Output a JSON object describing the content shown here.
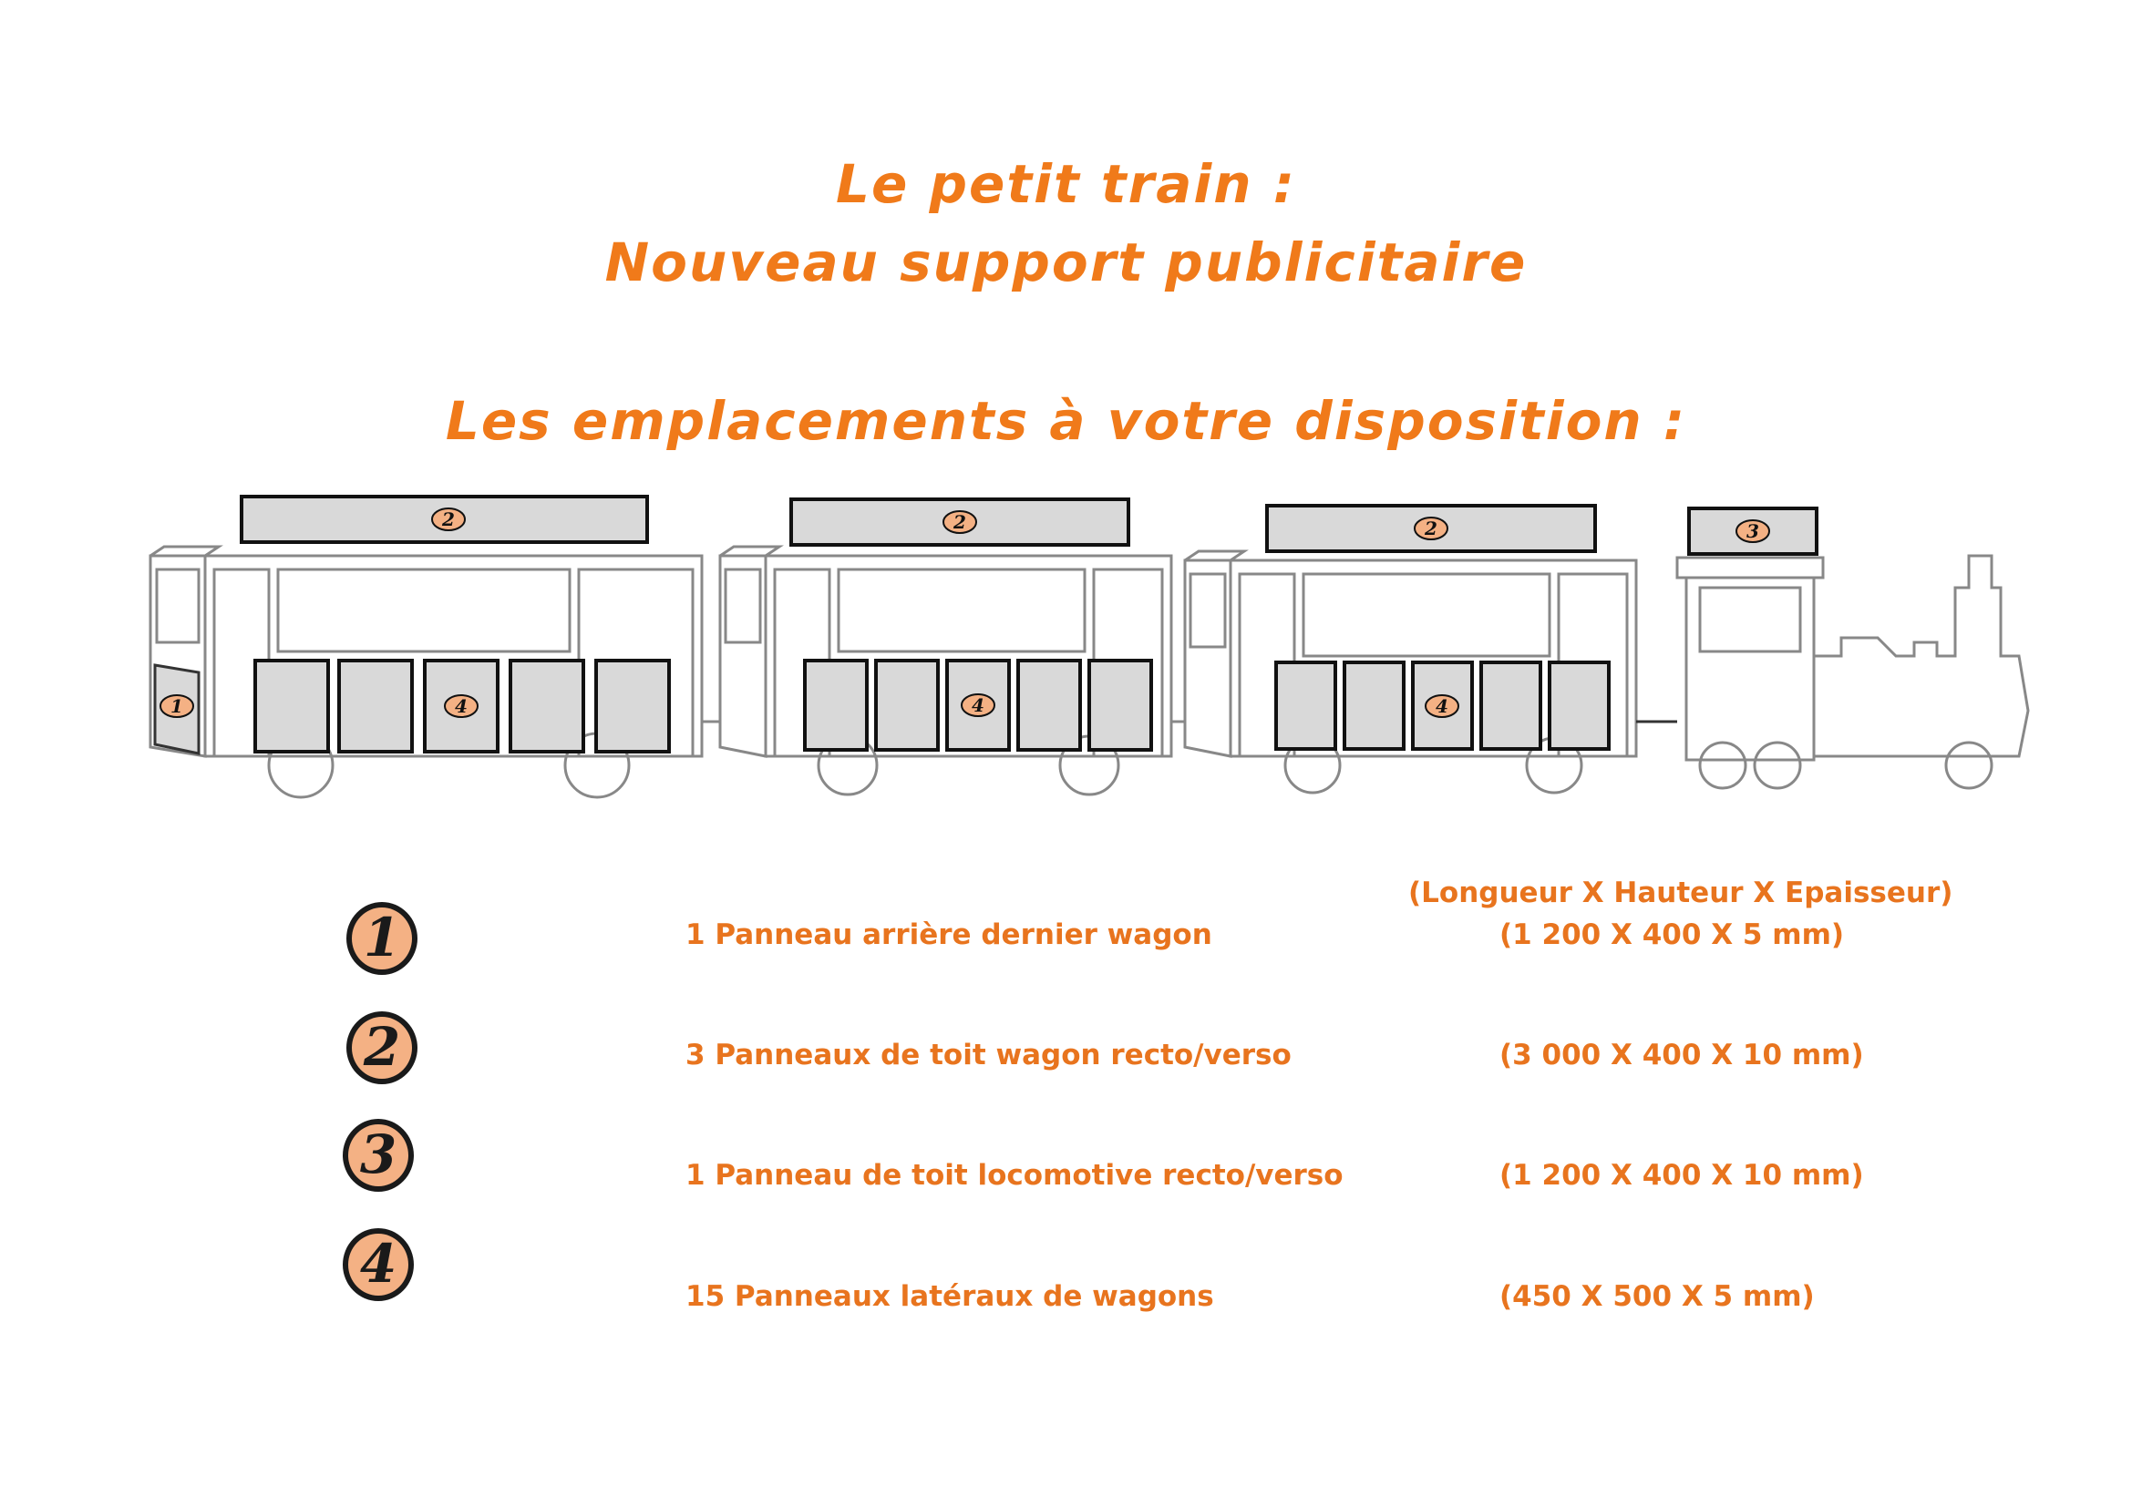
{
  "title": {
    "line1": "Le petit train :",
    "line2": "Nouveau support publicitaire",
    "line3": "Les emplacements à votre disposition :"
  },
  "dims_header": "(Longueur X Hauteur X Epaisseur)",
  "diagram_markers": {
    "rear": "1",
    "roof": "2",
    "loco": "3",
    "side": "4"
  },
  "legend": [
    {
      "num": "1",
      "label": "1  Panneau arrière dernier wagon",
      "dims": "(1 200 X 400 X 5 mm)"
    },
    {
      "num": "2",
      "label": "3 Panneaux de toit wagon recto/verso",
      "dims": "(3 000 X 400 X 10 mm)"
    },
    {
      "num": "3",
      "label": "1 Panneau de toit locomotive recto/verso",
      "dims": "(1 200 X 400 X 10 mm)"
    },
    {
      "num": "4",
      "label": "15 Panneaux latéraux de wagons",
      "dims": "(450 X 500 X 5 mm)"
    }
  ],
  "colors": {
    "accent": "#f07a1a",
    "panel": "#d9d9d9",
    "badge": "#f4b184"
  }
}
